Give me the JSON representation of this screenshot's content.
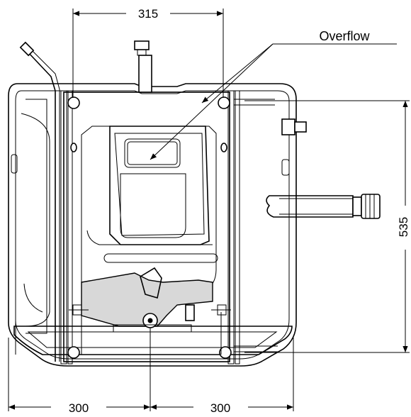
{
  "dimensions": {
    "top_width": "315",
    "right_height": "535",
    "bottom_left": "300",
    "bottom_right": "300"
  },
  "labels": {
    "overflow": "Overflow"
  }
}
